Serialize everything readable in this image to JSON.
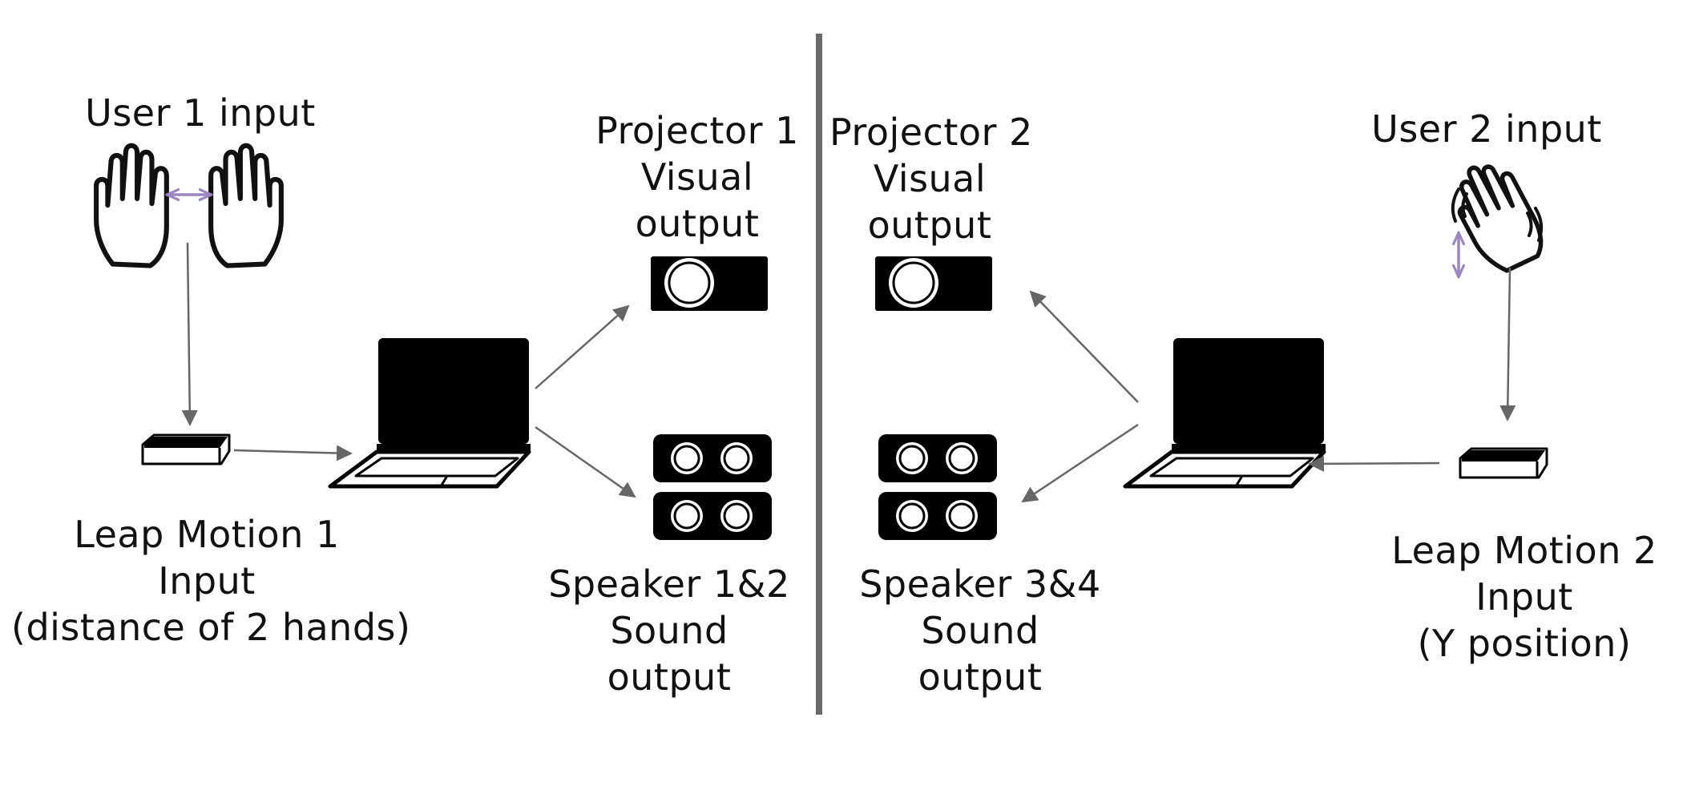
{
  "colors": {
    "accent": "#9b86c2",
    "arrow": "#666666",
    "divider": "#6a6a6a",
    "ink": "#000000"
  },
  "icons": {
    "user1": "two-open-hands-icon",
    "user2": "waving-hand-icon",
    "leap_motion": "leap-motion-sensor-icon",
    "laptop": "laptop-icon",
    "projector": "projector-icon",
    "speaker": "speaker-pair-icon"
  },
  "left": {
    "user_input": "User 1 input",
    "projector": {
      "line1": "Projector 1",
      "line2": "Visual",
      "line3": "output"
    },
    "leap_motion": {
      "line1": "Leap Motion 1",
      "line2": "Input",
      "line3": "(distance of 2 hands)"
    },
    "speakers": {
      "line1": "Speaker 1&2",
      "line2": "Sound",
      "line3": "output"
    }
  },
  "right": {
    "user_input": "User 2 input",
    "projector": {
      "line1": "Projector 2",
      "line2": "Visual",
      "line3": "output"
    },
    "leap_motion": {
      "line1": "Leap Motion 2",
      "line2": "Input",
      "line3": "(Y position)"
    },
    "speakers": {
      "line1": "Speaker 3&4",
      "line2": "Sound",
      "line3": "output"
    }
  }
}
